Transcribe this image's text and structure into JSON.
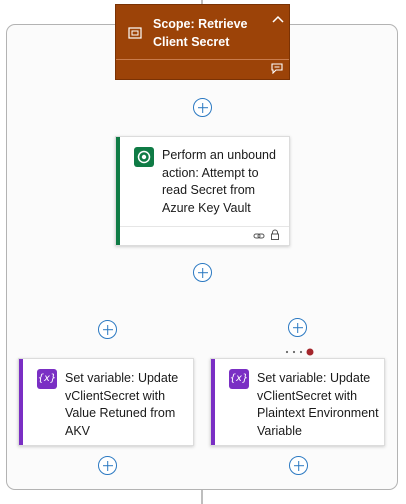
{
  "scope": {
    "title": "Scope: Retrieve Client Secret",
    "color": "#9c4308",
    "icon": "scope-icon",
    "collapse_icon": "chevron-up-icon",
    "comment_icon": "comment-icon"
  },
  "action_dataverse": {
    "label": "Perform an unbound action: Attempt to read Secret from Azure Key Vault",
    "accent": "#0f7b45",
    "icon": "dataverse-icon",
    "footer_icons": [
      "link-icon",
      "lock-icon"
    ]
  },
  "set_var_left": {
    "label": "Set variable: Update vClientSecret with Value Retuned from AKV",
    "accent": "#7a2fc4",
    "icon_text": "{x}"
  },
  "set_var_right": {
    "label": "Set variable: Update vClientSecret with Plaintext Environment Variable",
    "accent": "#7a2fc4",
    "icon_text": "{x}"
  },
  "connector_colors": {
    "line": "#a8a8a8",
    "plus": "#2b79c2",
    "error_dot": "#a4262c"
  }
}
